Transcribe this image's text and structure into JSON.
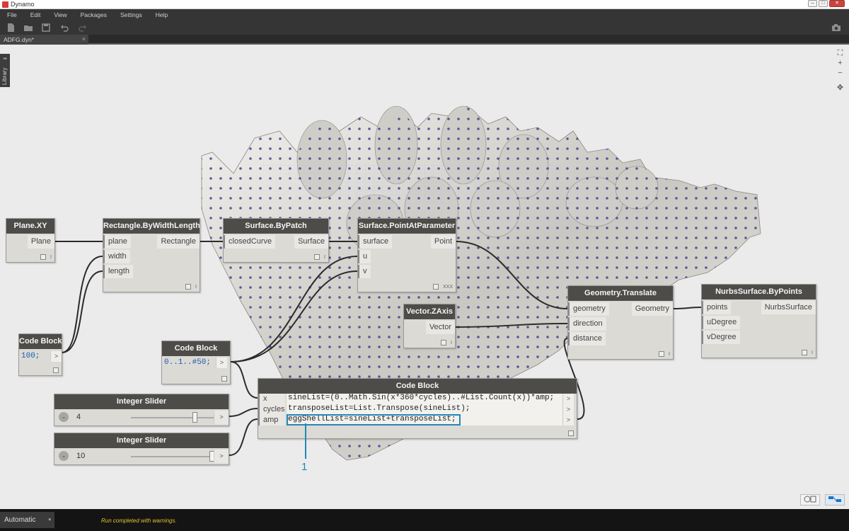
{
  "window": {
    "title": "Dynamo",
    "minimize": "–",
    "maximize": "□",
    "close": "✕"
  },
  "menu": [
    "File",
    "Edit",
    "View",
    "Packages",
    "Settings",
    "Help"
  ],
  "tab": {
    "label": "ADFG.dyn*",
    "close": "×"
  },
  "library": {
    "label": "Library",
    "icon": "⇛"
  },
  "nodes": {
    "plane_xy": {
      "title": "Plane.XY",
      "output": "Plane",
      "info": "I"
    },
    "rectangle": {
      "title": "Rectangle.ByWidthLength",
      "inputs": [
        "plane",
        "width",
        "length"
      ],
      "output": "Rectangle",
      "info": "I"
    },
    "surface_bypatch": {
      "title": "Surface.ByPatch",
      "input": "closedCurve",
      "output": "Surface",
      "info": "I"
    },
    "point_at_param": {
      "title": "Surface.PointAtParameter",
      "inputs": [
        "surface",
        "u",
        "v"
      ],
      "output": "Point",
      "info": "XXX"
    },
    "code_block_1": {
      "title": "Code Block",
      "code": "100;",
      "out": ">"
    },
    "code_block_2": {
      "title": "Code Block",
      "code": "0..1..#50;",
      "out": ">"
    },
    "vector_zaxis": {
      "title": "Vector.ZAxis",
      "output": "Vector",
      "info": "I"
    },
    "geometry_translate": {
      "title": "Geometry.Translate",
      "inputs": [
        "geometry",
        "direction",
        "distance"
      ],
      "output": "Geometry",
      "info": "I"
    },
    "nurbs_surface": {
      "title": "NurbsSurface.ByPoints",
      "inputs": [
        "points",
        "uDegree",
        "vDegree"
      ],
      "output": "NurbsSurface",
      "info": "I"
    },
    "code_block_main": {
      "title": "Code Block",
      "inputs": [
        "x",
        "cycles",
        "amp"
      ],
      "lines": [
        "sineList=(0..Math.Sin(x*360*cycles)..#List.Count(x))*amp;",
        "transposeList=List.Transpose(sineList);",
        "eggShellList=sineList+transposeList;"
      ],
      "out": ">"
    },
    "slider_cycles": {
      "title": "Integer Slider",
      "value": "4",
      "fraction": 0.78,
      "out": ">",
      "chevron": "⌄"
    },
    "slider_amp": {
      "title": "Integer Slider",
      "value": "10",
      "fraction": 1.0,
      "out": ">",
      "chevron": "⌄"
    }
  },
  "annotation": {
    "number": "1"
  },
  "statusbar": {
    "run_mode": "Automatic",
    "chevron": "▾",
    "message": "Run completed with warnings."
  },
  "colors": {
    "node_header": "#4e4c48",
    "wire": "#2b2b2b",
    "annotation": "#2288b8",
    "status_warning": "#e2c22f",
    "chrome_dark": "#353535"
  },
  "icons": {
    "new_file": "new-file-icon",
    "open": "open-icon",
    "save": "save-icon",
    "undo": "undo-icon",
    "redo": "redo-icon",
    "screenshot": "camera-icon",
    "zoom_fit": "zoom-fit-icon",
    "zoom_in": "zoom-in-icon",
    "zoom_out": "zoom-out-icon",
    "pan": "pan-icon"
  }
}
